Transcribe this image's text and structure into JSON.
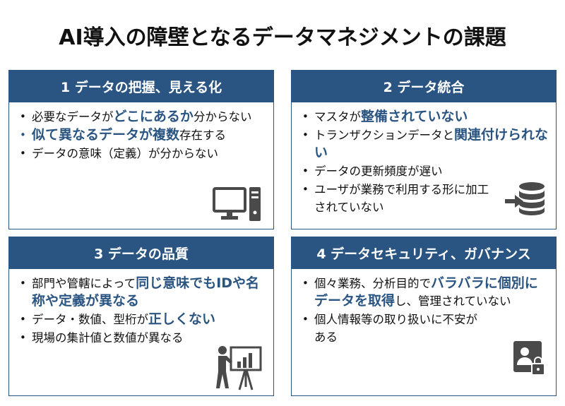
{
  "title": "AI導入の障壁となるデータマネジメントの課題",
  "cards": [
    {
      "header": "1 データの把握、見える化",
      "items": [
        {
          "pre": "必要なデータが",
          "em": "どこにあるか",
          "post": "分からない"
        },
        {
          "pre": "",
          "em": "似て異なるデータが複数",
          "post": "存在する"
        },
        {
          "pre": "データの意味（定義）が分からない",
          "em": "",
          "post": ""
        }
      ],
      "icon": "computer-monitor-icon"
    },
    {
      "header": "2 データ統合",
      "items": [
        {
          "pre": "マスタが",
          "em": "整備されていない",
          "post": ""
        },
        {
          "pre": "トランザクションデータと",
          "em": "関連付けられない",
          "post": ""
        },
        {
          "pre": "データの更新頻度が遅い",
          "em": "",
          "post": ""
        },
        {
          "pre": "ユーザが業務で利用する形に加工されていない",
          "em": "",
          "post": ""
        }
      ],
      "icon": "database-import-icon"
    },
    {
      "header": "3 データの品質",
      "items": [
        {
          "pre": "部門や管轄によって",
          "em": "同じ意味でもIDや名称や定義が異なる",
          "post": ""
        },
        {
          "pre": "データ・数値、型桁が",
          "em": "正しくない",
          "post": ""
        },
        {
          "pre": "現場の集計値と数値が異なる",
          "em": "",
          "post": ""
        }
      ],
      "icon": "presenter-chart-icon"
    },
    {
      "header": "4 データセキュリティ、ガバナンス",
      "items": [
        {
          "pre": "個々業務、分析目的で",
          "em": "バラバラに個別にデータを取得",
          "post": "し、管理されていない"
        },
        {
          "pre": "個人情報等の取り扱いに不安がある",
          "em": "",
          "post": ""
        }
      ],
      "icon": "user-lock-icon"
    }
  ],
  "colors": {
    "accent": "#2a5481",
    "text": "#111111",
    "icon": "#4a4a4a"
  }
}
